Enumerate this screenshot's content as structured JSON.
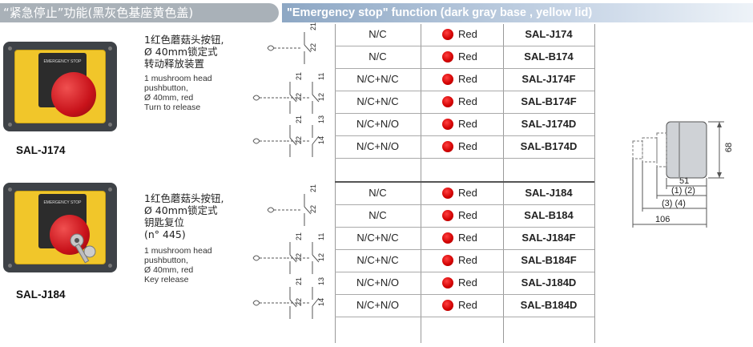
{
  "header": {
    "left_title": "“紧急停止”功能(黑灰色基座黄色盖)",
    "right_title": "\"Emergency stop\" function (dark gray base , yellow lid)"
  },
  "products": [
    {
      "model": "SAL-J174",
      "plate_text": "EMERGENCY STOP",
      "desc_cn": [
        "1红色蘑菇头按钮,",
        "Ø 40mm锁定式",
        "转动释放装置"
      ],
      "desc_en": [
        "1 mushroom head",
        "pushbutton,",
        "Ø 40mm, red",
        "Turn to release"
      ]
    },
    {
      "model": "SAL-J184",
      "plate_text": "EMERGENCY STOP",
      "desc_cn": [
        "1红色蘑菇头按钮,",
        "Ø 40mm锁定式",
        "钥匙复位",
        "(n° 445)"
      ],
      "desc_en": [
        "1 mushroom head",
        "pushbutton,",
        "Ø 40mm, red",
        "Key release"
      ]
    }
  ],
  "contact_labels": {
    "nc": [
      "21",
      "22"
    ],
    "nc_nc": [
      "21",
      "22",
      "11",
      "12"
    ],
    "nc_no": [
      "21",
      "22",
      "13",
      "14"
    ]
  },
  "table_rows": [
    {
      "contacts": "N/C",
      "color": "Red",
      "code": "SAL-J174"
    },
    {
      "contacts": "N/C",
      "color": "Red",
      "code": "SAL-B174"
    },
    {
      "contacts": "N/C+N/C",
      "color": "Red",
      "code": "SAL-J174F"
    },
    {
      "contacts": "N/C+N/C",
      "color": "Red",
      "code": "SAL-B174F"
    },
    {
      "contacts": "N/C+N/O",
      "color": "Red",
      "code": "SAL-J174D"
    },
    {
      "contacts": "N/C+N/O",
      "color": "Red",
      "code": "SAL-B174D"
    },
    {
      "contacts": "N/C",
      "color": "Red",
      "code": "SAL-J184"
    },
    {
      "contacts": "N/C",
      "color": "Red",
      "code": "SAL-B184"
    },
    {
      "contacts": "N/C+N/C",
      "color": "Red",
      "code": "SAL-J184F"
    },
    {
      "contacts": "N/C+N/C",
      "color": "Red",
      "code": "SAL-B184F"
    },
    {
      "contacts": "N/C+N/O",
      "color": "Red",
      "code": "SAL-J184D"
    },
    {
      "contacts": "N/C+N/O",
      "color": "Red",
      "code": "SAL-B184D"
    }
  ],
  "dimensions": {
    "height": "68",
    "d51": "51",
    "d12": "(1) (2)",
    "d34": "(3)  (4)",
    "d106": "106"
  },
  "colors": {
    "header_left": "#a9b1b8",
    "header_right": "#8da7c4",
    "indicator_red": "#d10000",
    "lid_yellow": "#f1c62a",
    "base_gray": "#3e4247"
  }
}
